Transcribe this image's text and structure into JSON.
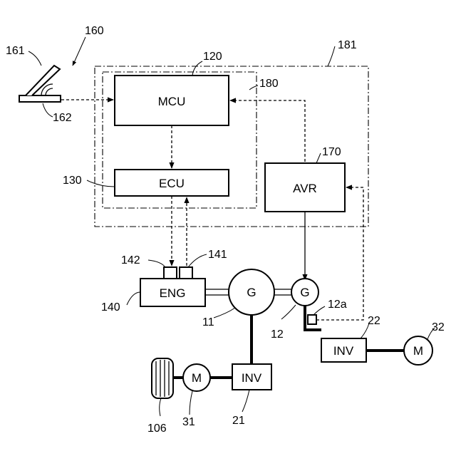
{
  "blocks": {
    "mcu": "MCU",
    "ecu": "ECU",
    "avr": "AVR",
    "eng": "ENG",
    "gen_main": "G",
    "gen_sub": "G",
    "inv_21": "INV",
    "inv_22": "INV",
    "motor_31": "M",
    "motor_32": "M"
  },
  "refs": {
    "r160": "160",
    "r161": "161",
    "r162": "162",
    "r120": "120",
    "r181": "181",
    "r180": "180",
    "r130": "130",
    "r170": "170",
    "r142": "142",
    "r141": "141",
    "r140": "140",
    "r11": "11",
    "r12": "12",
    "r12a": "12a",
    "r22": "22",
    "r32": "32",
    "r106": "106",
    "r31": "31",
    "r21": "21"
  }
}
